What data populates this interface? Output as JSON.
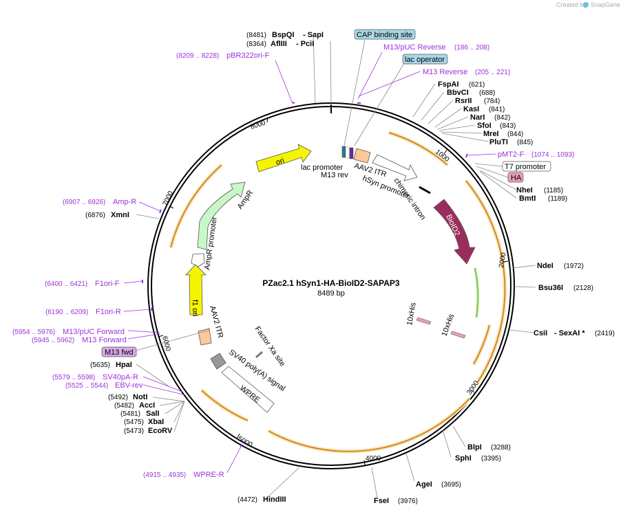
{
  "brand": {
    "created_by": "Created by",
    "app": "SnapGene"
  },
  "plasmid": {
    "name": "PZac2.1 hSyn1-HA-BioID2-SAPAP3",
    "length": "8489 bp"
  },
  "ticks": [
    "1000",
    "2000",
    "3000",
    "4000",
    "5000",
    "6000",
    "7000",
    "8000"
  ],
  "sites": [
    {
      "name": "BspQI",
      "pos": "(8481)",
      "extra": "- SapI"
    },
    {
      "name": "AflIII",
      "pos": "(8364)",
      "extra": "- PciI"
    },
    {
      "name": "FspAI",
      "pos": "(621)"
    },
    {
      "name": "BbvCI",
      "pos": "(688)"
    },
    {
      "name": "RsrII",
      "pos": "(784)"
    },
    {
      "name": "KasI",
      "pos": "(841)"
    },
    {
      "name": "NarI",
      "pos": "(842)"
    },
    {
      "name": "SfoI",
      "pos": "(843)"
    },
    {
      "name": "MreI",
      "pos": "(844)"
    },
    {
      "name": "PluTI",
      "pos": "(845)"
    },
    {
      "name": "NheI",
      "pos": "(1185)"
    },
    {
      "name": "BmtI",
      "pos": "(1189)"
    },
    {
      "name": "NdeI",
      "pos": "(1972)"
    },
    {
      "name": "Bsu36I",
      "pos": "(2128)"
    },
    {
      "name": "CsiI",
      "pos": "(2419)",
      "extra": "- SexAI *"
    },
    {
      "name": "BlpI",
      "pos": "(3288)"
    },
    {
      "name": "SphI",
      "pos": "(3395)"
    },
    {
      "name": "AgeI",
      "pos": "(3695)"
    },
    {
      "name": "FseI",
      "pos": "(3976)"
    },
    {
      "name": "HindIII",
      "pos": "(4472)"
    },
    {
      "name": "EcoRV",
      "pos": "(5473)"
    },
    {
      "name": "XbaI",
      "pos": "(5475)"
    },
    {
      "name": "SalI",
      "pos": "(5481)"
    },
    {
      "name": "AccI",
      "pos": "(5482)"
    },
    {
      "name": "NotI",
      "pos": "(5492)"
    },
    {
      "name": "HpaI",
      "pos": "(5635)"
    },
    {
      "name": "XmnI",
      "pos": "(6876)"
    }
  ],
  "primers": [
    {
      "name": "pBR322ori-F",
      "range": "(8209 .. 8228)"
    },
    {
      "name": "M13/pUC Reverse",
      "range": "(186 .. 208)"
    },
    {
      "name": "M13 Reverse",
      "range": "(205 .. 221)"
    },
    {
      "name": "pMT2-F",
      "range": "(1074 .. 1093)"
    },
    {
      "name": "Amp-R",
      "range": "(6907 .. 6926)"
    },
    {
      "name": "F1ori-F",
      "range": "(6400 .. 6421)"
    },
    {
      "name": "F1ori-R",
      "range": "(6190 .. 6209)"
    },
    {
      "name": "M13/pUC Forward",
      "range": "(5954 .. 5976)"
    },
    {
      "name": "M13 Forward",
      "range": "(5945 .. 5962)"
    },
    {
      "name": "SV40pA-R",
      "range": "(5579 .. 5598)"
    },
    {
      "name": "EBV-rev",
      "range": "(5525 .. 5544)"
    },
    {
      "name": "WPRE-R",
      "range": "(4915 .. 4935)"
    }
  ],
  "boxed": {
    "cap": "CAP binding site",
    "lac_op": "lac operator",
    "t7": "T7 promoter",
    "ha": "HA",
    "m13fwd": "M13 fwd"
  },
  "features": {
    "ori": "ori",
    "ampr": "AmpR",
    "ampr_promoter": "AmpR promoter",
    "f1ori": "f1 ori",
    "aav2_itr_left": "AAV2 ITR",
    "aav2_itr_top": "AAV2 ITR",
    "lac_promoter": "lac promoter",
    "m13rev": "M13 rev",
    "hsyn": "hSyn promoter",
    "chimeric": "chimeric intron",
    "bioid2": "BioID2",
    "his1": "10xHis",
    "his2": "10xHis",
    "factorxa": "Factor Xa site",
    "sv40": "SV40 poly(A) signal",
    "wpre": "WPRE"
  },
  "colors": {
    "ori": "#f5f500",
    "ampr": "#c8f7c8",
    "f1ori": "#f5f500",
    "bioid2": "#9b2d5c",
    "itr": "#ffc89a",
    "orf": "#f0a030",
    "primer": "#9b30d9"
  }
}
